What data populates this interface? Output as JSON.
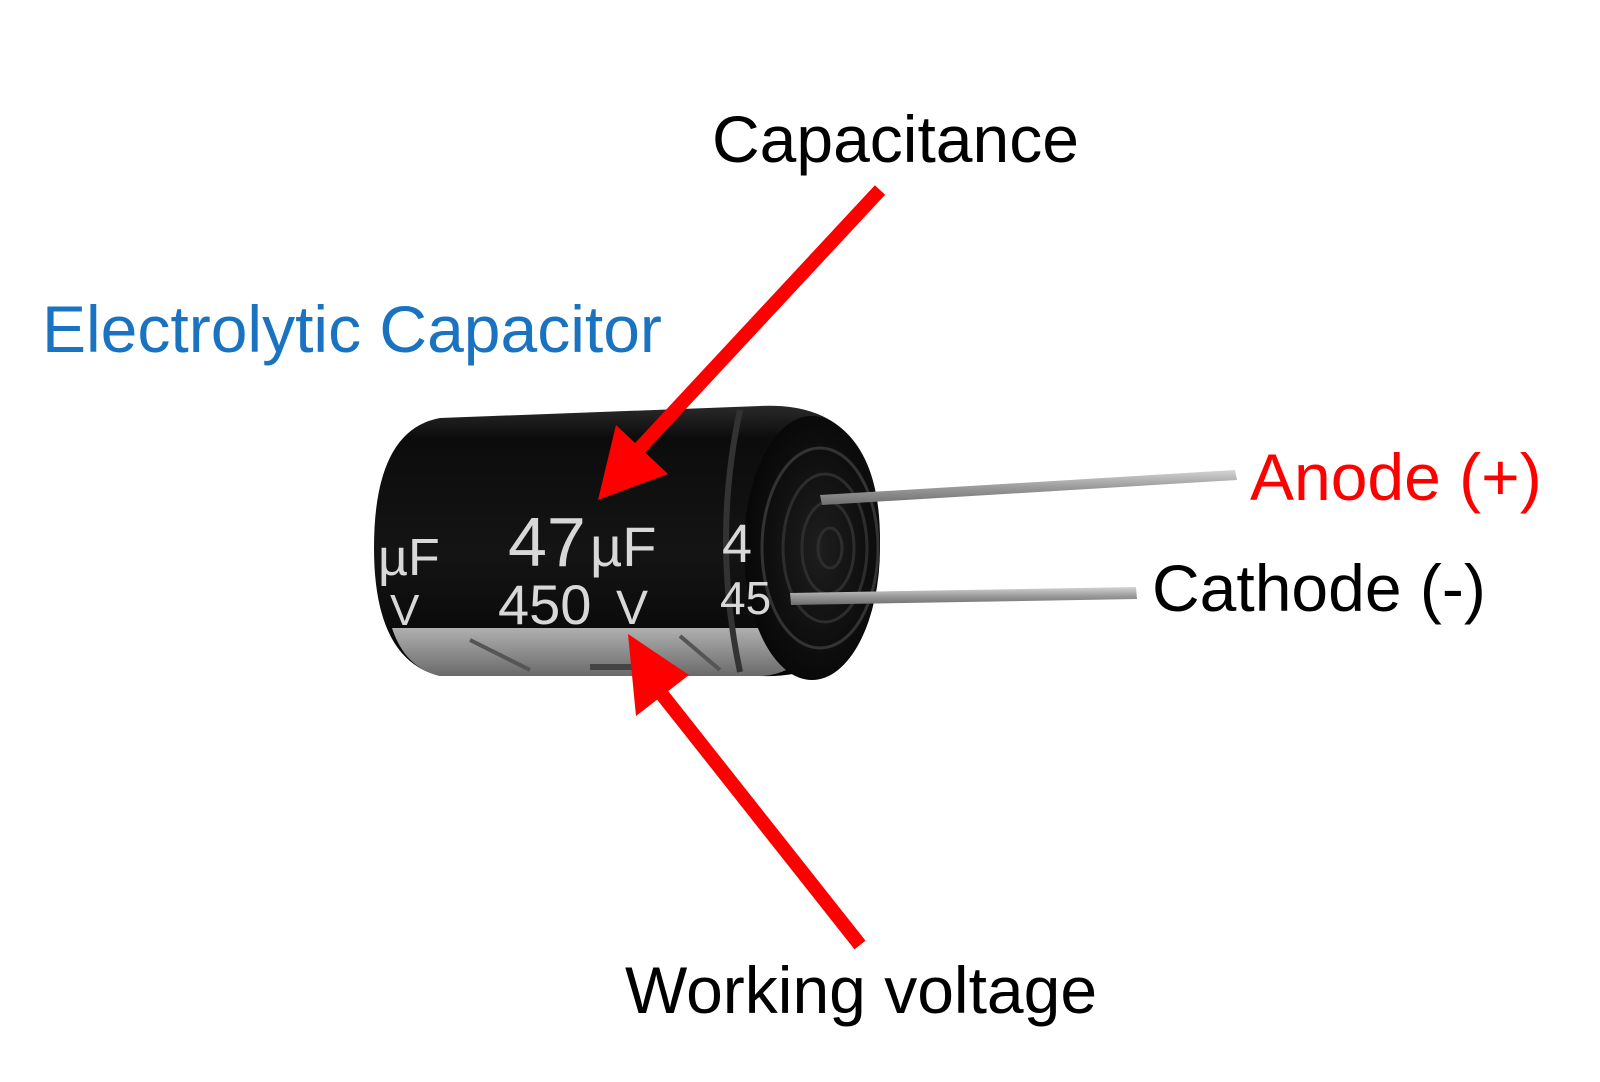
{
  "labels": {
    "title": "Electrolytic Capacitor",
    "capacitance": "Capacitance",
    "anode": "Anode (+)",
    "cathode": "Cathode (-)",
    "working_voltage": "Working voltage"
  },
  "component_markings": {
    "capacitance_value": "47",
    "capacitance_unit": "µF",
    "voltage_value": "450",
    "voltage_unit": "V",
    "left_edge_unit_top": "µF",
    "left_edge_unit_bottom": "V",
    "right_edge_top": "4",
    "right_edge_bottom": "45"
  },
  "colors": {
    "title": "#1a73c1",
    "anode": "#ff0000",
    "arrow": "#ff0000",
    "text": "#000000",
    "body": "#111111",
    "sleeve_stripe": "#8a8a8a",
    "lead": "#a8a8a8"
  }
}
